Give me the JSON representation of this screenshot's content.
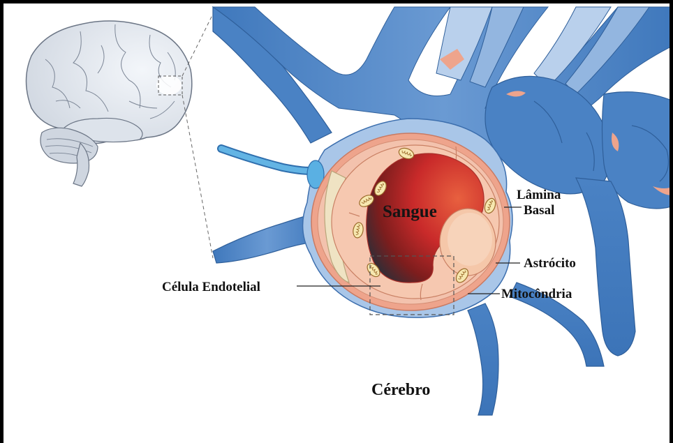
{
  "labels": {
    "blood": "Sangue",
    "basal_lamina_line1": "Lâmina",
    "basal_lamina_line2": "Basal",
    "astrocyte": "Astrócito",
    "mitochondria": "Mitocôndria",
    "endothelial_cell": "Célula Endotelial",
    "brain": "Cérebro"
  },
  "colors": {
    "astrocyte_blue": "#4f86c6",
    "astrocyte_light": "#a9c6e8",
    "endothelium_pink": "#f2b6a0",
    "lumen_red": "#d7423a",
    "basal_lamina_salmon": "#eea48c",
    "brain_gray": "#d9dee6"
  }
}
